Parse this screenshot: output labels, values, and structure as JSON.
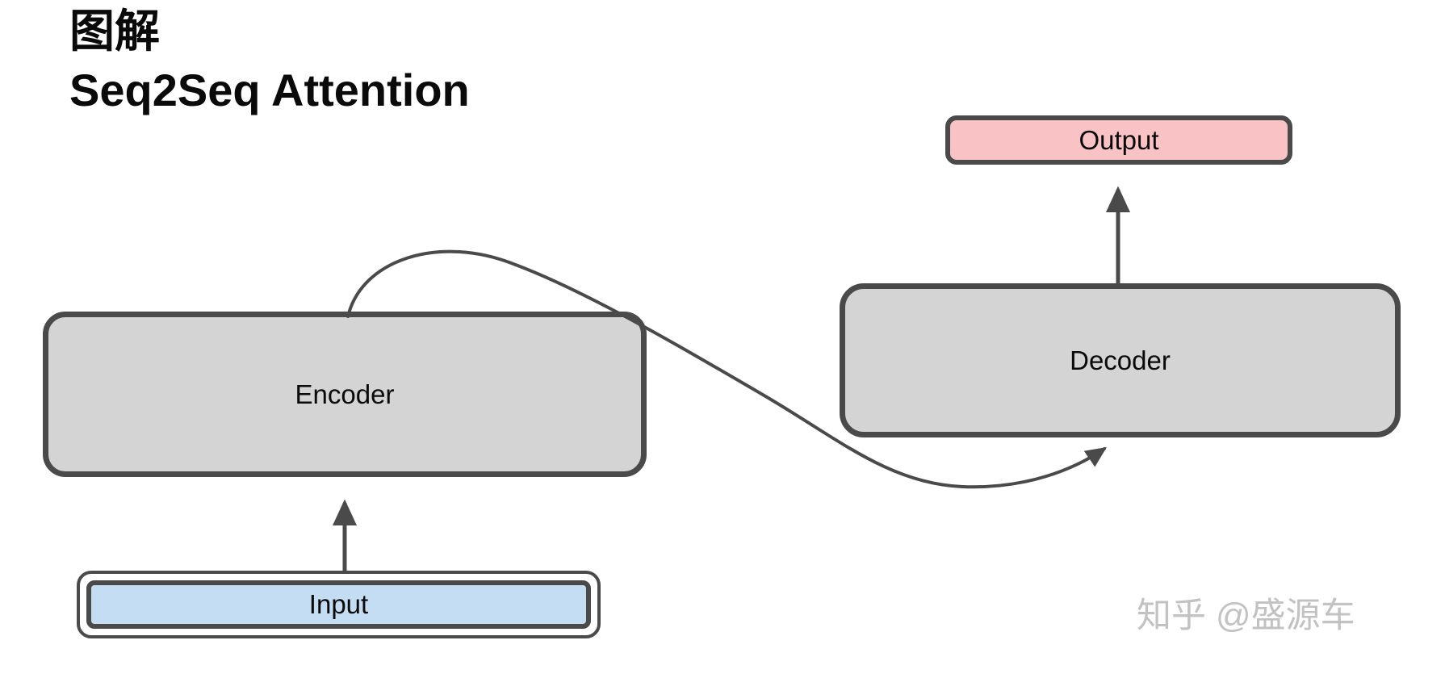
{
  "title": {
    "line1": "图解",
    "line2": "Seq2Seq Attention"
  },
  "nodes": {
    "encoder": {
      "label": "Encoder"
    },
    "decoder": {
      "label": "Decoder"
    },
    "input": {
      "label": "Input"
    },
    "output": {
      "label": "Output"
    }
  },
  "connectors": [
    {
      "name": "input-to-encoder-arrow",
      "from": "Input",
      "to": "Encoder",
      "style": "straight-up"
    },
    {
      "name": "decoder-to-output-arrow",
      "from": "Decoder",
      "to": "Output",
      "style": "straight-up"
    },
    {
      "name": "encoder-to-decoder-attention-curve",
      "from": "Encoder",
      "to": "Decoder",
      "style": "s-curve"
    }
  ],
  "watermark": "知乎 @盛源车",
  "colors": {
    "stroke": "#4a4a4a",
    "node-fill": "#d4d4d4",
    "output-fill": "#f9c2c4",
    "input-fill": "#c5ddf2",
    "watermark": "#c2c2c2",
    "text": "#0a0a0a"
  }
}
